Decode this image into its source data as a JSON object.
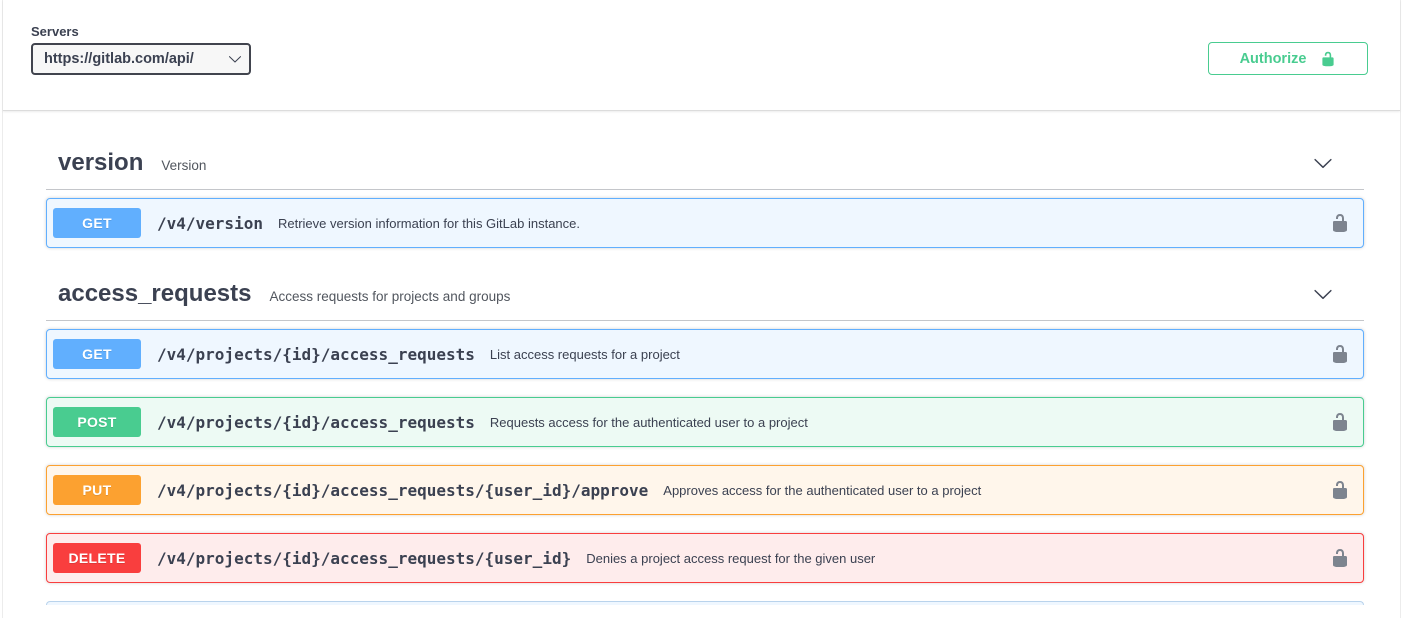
{
  "servers": {
    "label": "Servers",
    "selected": "https://gitlab.com/api/"
  },
  "authorize": {
    "label": "Authorize"
  },
  "colors": {
    "get": "#61affe",
    "post": "#49cc90",
    "put": "#fca130",
    "delete": "#f93e3e",
    "authorize_accent": "#49cc90",
    "text": "#3b4151",
    "lock_gray": "#7d848f"
  },
  "icons": {
    "authorize_lock": "unlock-icon",
    "row_lock": "unlock-icon",
    "section_expand": "chevron-down-icon",
    "server_select": "caret-down-icon"
  },
  "sections": [
    {
      "title": "version",
      "description": "Version",
      "operations": [
        {
          "method": "GET",
          "path": "/v4/version",
          "summary": "Retrieve version information for this GitLab instance."
        }
      ]
    },
    {
      "title": "access_requests",
      "description": "Access requests for projects and groups",
      "operations": [
        {
          "method": "GET",
          "path": "/v4/projects/{id}/access_requests",
          "summary": "List access requests for a project"
        },
        {
          "method": "POST",
          "path": "/v4/projects/{id}/access_requests",
          "summary": "Requests access for the authenticated user to a project"
        },
        {
          "method": "PUT",
          "path": "/v4/projects/{id}/access_requests/{user_id}/approve",
          "summary": "Approves access for the authenticated user to a project"
        },
        {
          "method": "DELETE",
          "path": "/v4/projects/{id}/access_requests/{user_id}",
          "summary": "Denies a project access request for the given user"
        }
      ]
    }
  ]
}
